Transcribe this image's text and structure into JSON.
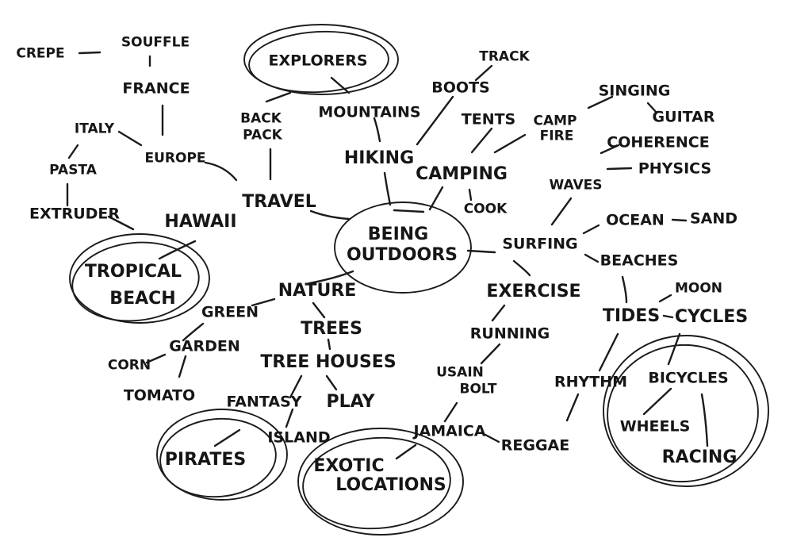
{
  "nodes": {
    "crepe": "CREPE",
    "souffle": "SOUFFLE",
    "france": "FRANCE",
    "italy": "ITALY",
    "europe": "EUROPE",
    "pasta": "PASTA",
    "extruder": "EXTRUDER",
    "hawaii": "HAWAII",
    "tropical_1": "TROPICAL",
    "tropical_2": "BEACH",
    "explorers": "EXPLORERS",
    "back_pack_1": "BACK",
    "back_pack_2": "PACK",
    "travel": "TRAVEL",
    "mountains": "MOUNTAINS",
    "hiking": "HIKING",
    "boots": "BOOTS",
    "track": "TRACK",
    "tents": "TENTS",
    "camp_fire_1": "CAMP",
    "camp_fire_2": "FIRE",
    "singing": "SINGING",
    "guitar": "GUITAR",
    "camping": "CAMPING",
    "cook": "COOK",
    "coherence": "COHERENCE",
    "waves": "WAVES",
    "physics": "PHYSICS",
    "center_1": "BEING",
    "center_2": "OUTDOORS",
    "surfing": "SURFING",
    "ocean": "OCEAN",
    "sand": "SAND",
    "beaches": "BEACHES",
    "nature": "NATURE",
    "green": "GREEN",
    "garden": "GARDEN",
    "corn": "CORN",
    "tomato": "TOMATO",
    "trees": "TREES",
    "tree_houses": "TREE HOUSES",
    "fantasy": "FANTASY",
    "play": "PLAY",
    "island": "ISLAND",
    "pirates": "PIRATES",
    "exercise": "EXERCISE",
    "running": "RUNNING",
    "usain_1": "USAIN",
    "usain_2": "BOLT",
    "jamaica": "JAMAICA",
    "reggae": "REGGAE",
    "exotic_1": "EXOTIC",
    "exotic_2": "LOCATIONS",
    "moon": "MOON",
    "tides": "TIDES",
    "cycles": "CYCLES",
    "rhythm": "RHYTHM",
    "bicycles": "BICYCLES",
    "wheels": "WHEELS",
    "racing": "RACING"
  }
}
